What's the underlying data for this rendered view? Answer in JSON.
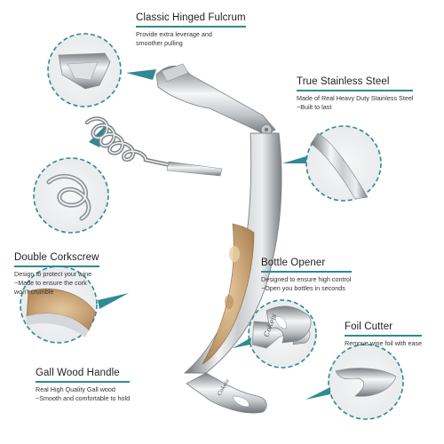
{
  "features": [
    {
      "id": "fulcrum",
      "title": "Classic Hinged Fulcrum",
      "lines": [
        "Provide extra leverage and",
        "smoother pulling"
      ]
    },
    {
      "id": "steel",
      "title": "True Stainless Steel",
      "lines": [
        "Made of Real Heavy Duty Stainless Steel",
        "−Built to last"
      ]
    },
    {
      "id": "corkscrew",
      "title": "Double Corkscrew",
      "lines": [
        "Design to protect your wine",
        "−Made to ensure the cork",
        "won’t crumble"
      ]
    },
    {
      "id": "opener",
      "title": "Bottle Opener",
      "lines": [
        "Designed to ensure high control",
        "−Open you bottles in seconds"
      ]
    },
    {
      "id": "foil",
      "title": "Foil Cutter",
      "lines": [
        "Remove wine foil with ease"
      ]
    },
    {
      "id": "wood",
      "title": "Gall Wood Handle",
      "lines": [
        "Real High Quality Gall wood",
        "−Smooth and comfortable to hold"
      ]
    }
  ],
  "brand_engraving": "Cokeis",
  "colors": {
    "accent": "#2f8a92",
    "steel_light": "#eef0f1",
    "steel_dark": "#7d8286",
    "wood": "#c9a577"
  }
}
